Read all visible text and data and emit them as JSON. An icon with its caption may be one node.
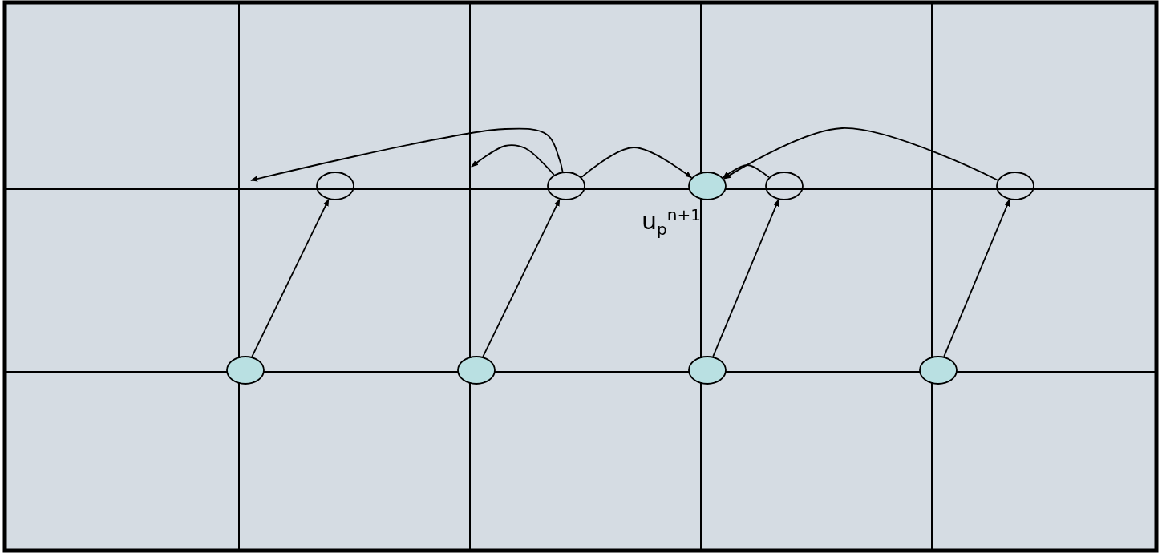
{
  "diagram": {
    "nodes": [
      {
        "text": [],
        "shape": "circle"
      },
      {
        "text": [],
        "shape": "circle"
      },
      {
        "text": [],
        "shape": "circle",
        "beside": [
          "u$_{p}$$^{n+1}$"
        ]
      },
      {
        "text": [],
        "shape": "circle"
      },
      {
        "text": [],
        "shape": "circle"
      },
      {
        "text": [],
        "shape": "circle"
      },
      {
        "text": [],
        "shape": "circle"
      },
      {
        "text": [],
        "shape": "circle"
      },
      {
        "text": [],
        "shape": "circle"
      }
    ],
    "edges": [
      {
        "from": 5,
        "to": 0,
        "arrow": "to"
      },
      {
        "from": 6,
        "to": 1,
        "arrow": "to"
      },
      {
        "from": 7,
        "to": 3,
        "arrow": "to"
      },
      {
        "from": 8,
        "to": 4,
        "arrow": "to"
      },
      {
        "from": 1,
        "to": null,
        "arrow": "to"
      },
      {
        "from": 1,
        "to": null,
        "arrow": "to"
      },
      {
        "from": 1,
        "to": 2,
        "arrow": "to"
      },
      {
        "from": 3,
        "to": 2,
        "arrow": "to"
      },
      {
        "from": 4,
        "to": 2,
        "arrow": "to"
      }
    ]
  }
}
